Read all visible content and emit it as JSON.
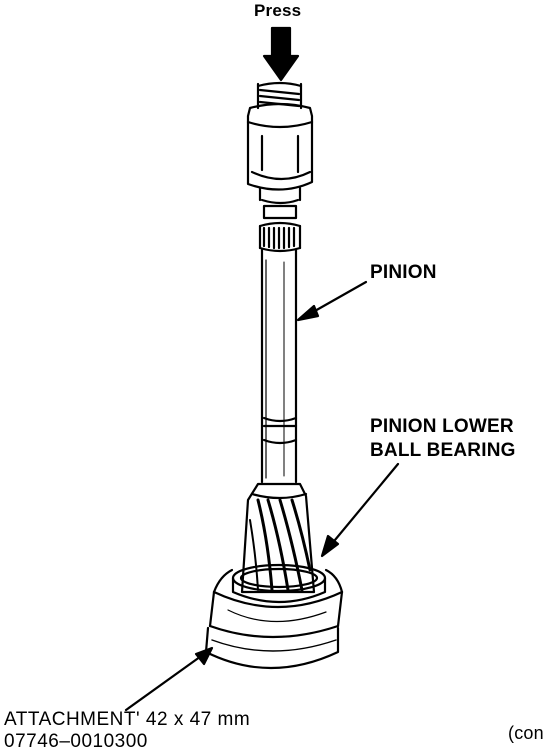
{
  "labels": {
    "press": "Press",
    "pinion": "PINION",
    "bearing_line1": "PINION LOWER",
    "bearing_line2": "BALL BEARING",
    "attachment": "ATTACHMENT' 42 x 47 mm",
    "part_number": "07746–0010300",
    "continued": "(con"
  },
  "colors": {
    "ink": "#000000",
    "paper": "#ffffff"
  }
}
